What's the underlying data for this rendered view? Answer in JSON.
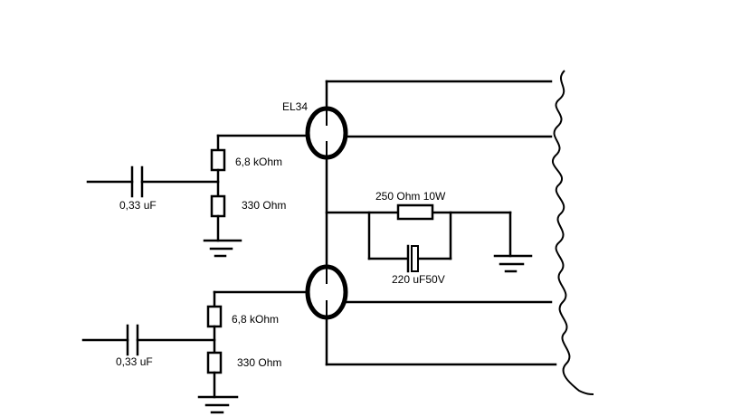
{
  "diagram": {
    "tube_label": "EL34",
    "upper_grid_resistor": "6,8 kOhm",
    "upper_cathode_resistor": "330 Ohm",
    "upper_coupling_cap": "0,33 uF",
    "lower_grid_resistor": "6,8 kOhm",
    "lower_cathode_resistor": "330 Ohm",
    "lower_coupling_cap": "0,33 uF",
    "bias_resistor": "250 Ohm 10W",
    "bias_capacitor": "220 uF50V"
  }
}
